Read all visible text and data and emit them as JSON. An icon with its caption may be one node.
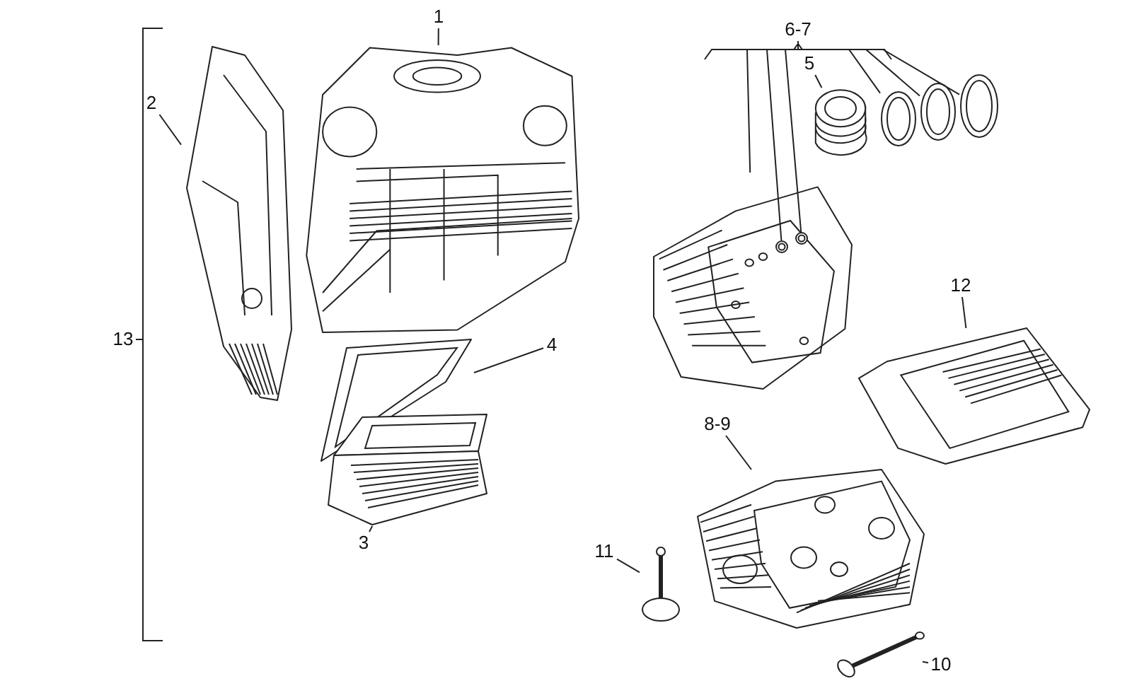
{
  "diagram": {
    "nodes": [
      {
        "text": [
          "1"
        ]
      },
      {
        "text": [],
        "shape": "picture"
      },
      {
        "text": [
          "2"
        ]
      },
      {
        "text": [],
        "shape": "picture"
      },
      {
        "text": [
          "4"
        ]
      },
      {
        "text": [],
        "shape": "picture"
      },
      {
        "text": [
          "3"
        ]
      },
      {
        "text": [],
        "shape": "picture"
      },
      {
        "text": [
          "6-7"
        ]
      },
      {
        "text": [
          "5"
        ]
      },
      {
        "text": [],
        "shape": "picture"
      },
      {
        "text": [],
        "shape": "circle",
        "in": 10
      },
      {
        "text": [],
        "shape": "circle",
        "in": 10
      },
      {
        "text": [],
        "shape": "picture"
      },
      {
        "text": [],
        "shape": "picture"
      },
      {
        "text": [],
        "shape": "picture"
      },
      {
        "text": [],
        "shape": "picture"
      },
      {
        "text": [
          "12"
        ]
      },
      {
        "text": [],
        "shape": "picture"
      },
      {
        "text": [
          "8-9"
        ]
      },
      {
        "text": [],
        "shape": "picture"
      },
      {
        "text": [
          "11"
        ]
      },
      {
        "text": [],
        "shape": "picture"
      },
      {
        "text": [
          "10"
        ]
      },
      {
        "text": [],
        "shape": "picture"
      }
    ],
    "edges": [
      {
        "from": 0,
        "to": 1,
        "arrow": "none"
      },
      {
        "from": 2,
        "to": 3,
        "arrow": "none"
      },
      {
        "from": 4,
        "to": 5,
        "arrow": "none"
      },
      {
        "from": 6,
        "to": 7,
        "arrow": "none"
      },
      {
        "from": 8,
        "to": 10,
        "arrow": "none"
      },
      {
        "from": 8,
        "to": 11,
        "arrow": "none"
      },
      {
        "from": 8,
        "to": 12,
        "arrow": "none"
      },
      {
        "from": 9,
        "to": 13,
        "arrow": "none"
      },
      {
        "from": 8,
        "to": 14,
        "arrow": "none"
      },
      {
        "from": 8,
        "to": 15,
        "arrow": "none"
      },
      {
        "from": 8,
        "to": 16,
        "arrow": "none"
      },
      {
        "from": 17,
        "to": 18,
        "arrow": "none"
      },
      {
        "from": 19,
        "to": 20,
        "arrow": "none"
      },
      {
        "from": 21,
        "to": 22,
        "arrow": "none"
      },
      {
        "from": 23,
        "to": 24,
        "arrow": "none"
      }
    ],
    "labels": [
      "13"
    ]
  }
}
